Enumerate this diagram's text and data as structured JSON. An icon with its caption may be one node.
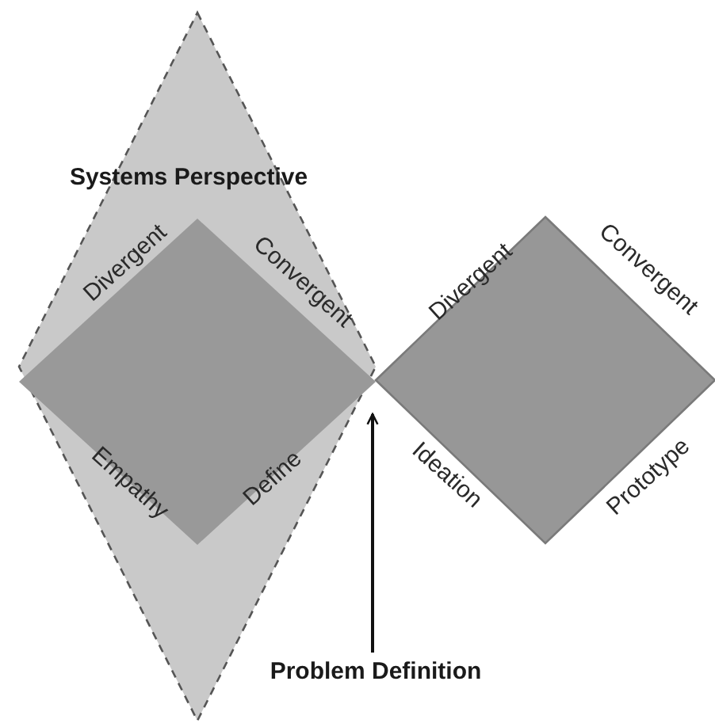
{
  "diagram": {
    "nodes": [
      {
        "text": [
          "Systems Perspective"
        ]
      },
      {
        "text": [
          "Divergent",
          "Convergent",
          "Empathy",
          "Define"
        ],
        "in": 0
      },
      {
        "text": [
          "Divergent",
          "Convergent",
          "Ideation",
          "Prototype"
        ]
      },
      {
        "text": [
          "Problem Definition"
        ]
      }
    ],
    "edges": [
      {
        "from": 3,
        "to": 0,
        "arrow": "to"
      }
    ]
  }
}
